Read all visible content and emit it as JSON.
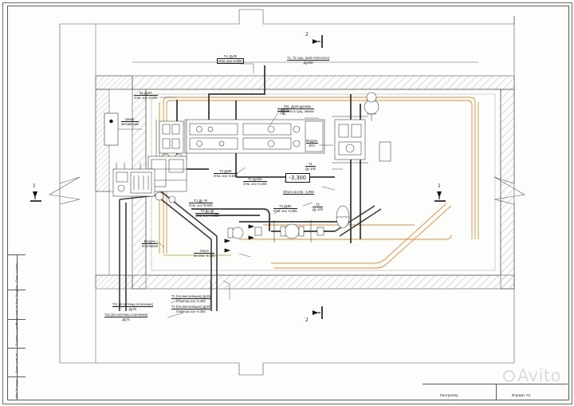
{
  "sheet": {
    "format_label": "Формат А2",
    "controller_label": "Контролёр",
    "watermark": "Avito"
  },
  "title_block_left": [
    {
      "text": "Подп. и дата"
    },
    {
      "text": "Взам. инв. № Инв. № дубл."
    },
    {
      "text": "Подпись и дата"
    },
    {
      "text": "Взам. инв. №"
    },
    {
      "text": "Инв. № подл."
    }
  ],
  "section_marks": [
    {
      "id": "sec-2-top",
      "label": "2"
    },
    {
      "id": "sec-2-bottom",
      "label": "2"
    },
    {
      "id": "sec-1-left",
      "label": "1"
    },
    {
      "id": "sec-1-right",
      "label": "1"
    }
  ],
  "elevation_tag": "-3,300",
  "annotations": [
    {
      "id": "t4-du25",
      "line1": "Т4, Ду25",
      "line2": "Отм. оси -0.500",
      "boxed": true
    },
    {
      "id": "t1t2-heatnet",
      "line1": "Т1, Т2 сущ. (из/в теплосеть)",
      "line2": "Ду100",
      "boxed": false
    },
    {
      "id": "v1-du50",
      "line1": "В1 Ду50",
      "line2": "Отм. оси -0.300",
      "boxed": false
    },
    {
      "id": "shkaf",
      "line1": "Шкаф",
      "line2": "автоматики",
      "boxed": false
    },
    {
      "id": "t91-drainage",
      "line1": "Т91, Ду25-дренаж",
      "line2": "Врезать в сущ. линию",
      "boxed": false
    },
    {
      "id": "module-gvs",
      "line1": "Модуль",
      "line2": "ГВС",
      "boxed": false
    },
    {
      "id": "module-vt3",
      "line1": "Модуль",
      "line2": "ВТ3",
      "boxed": false
    },
    {
      "id": "t1-du100",
      "line1": "Т1",
      "line2": "Ду 100",
      "boxed": false
    },
    {
      "id": "t2-du65",
      "line1": "Т2 Ду65",
      "line2": "Отм. оси -0.500",
      "boxed": false
    },
    {
      "id": "t2-du100",
      "line1": "Т2 Ду100",
      "line2": "Отм. оси -0.400",
      "boxed": false
    },
    {
      "id": "t1-du45",
      "line1": "Т1 Ду 45",
      "line2": "Отм. оси -0.600",
      "boxed": false
    },
    {
      "id": "t2-du45",
      "line1": "Т2 Ду 45",
      "line2": "Отм. оси -0.500",
      "boxed": false
    },
    {
      "id": "t3-du80",
      "line1": "Т3 Ду80",
      "line2": "Отм. оси -0.305",
      "boxed": false
    },
    {
      "id": "t2-du100-b",
      "line1": "Т2",
      "line2": "Ду 100",
      "boxed": false
    },
    {
      "id": "opusk-1950",
      "line1": "Опуск на отм. -1.950",
      "line2": "",
      "boxed": false
    },
    {
      "id": "module-otop",
      "line1": "Модуль",
      "line2": "отопления",
      "boxed": false
    },
    {
      "id": "opusk-1300",
      "line1": "Опуск",
      "line2": "на отм. -1.300",
      "boxed": false
    },
    {
      "id": "t1-vent-1",
      "line1": "Т1 (На вентиляцию) Ду25",
      "line2": "Отметка оси -0.300",
      "boxed": false
    },
    {
      "id": "t1-vent-2",
      "line1": "Т1 (На вентиляцию) Ду25",
      "line2": "Отметка оси -0.300",
      "boxed": false
    },
    {
      "id": "t11-heating",
      "line1": "Т11 (В систему отопления)",
      "line2": "Ду76",
      "boxed": false
    },
    {
      "id": "t21-heating",
      "line1": "Т21 (Из системы отопления)",
      "line2": "Ду76",
      "boxed": false
    }
  ],
  "colors": {
    "ink": "#1c1c1c",
    "frame": "#5a5a5a",
    "pipe_orange": "#e08a3c",
    "pipe_dark": "#3a3a3a",
    "pipe_olive": "#b5b55a",
    "paper": "#fdfdfb"
  }
}
